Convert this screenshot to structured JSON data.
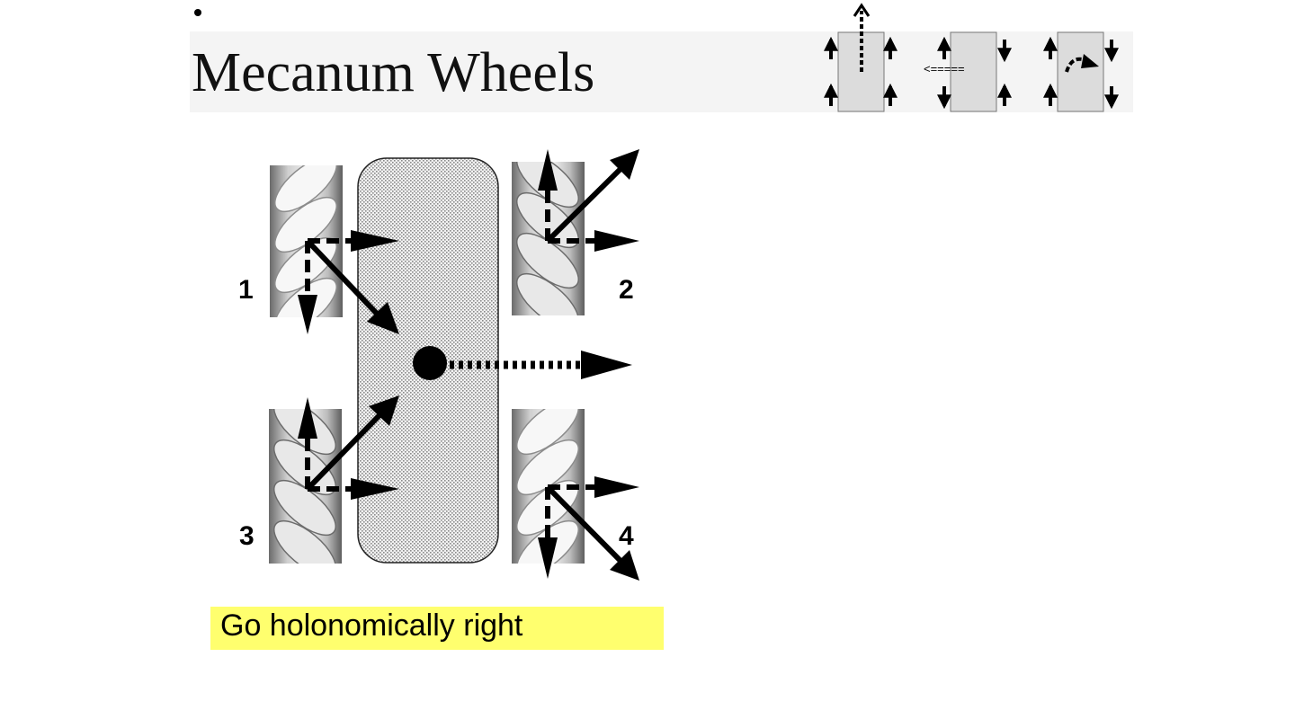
{
  "slide": {
    "title": "Mecanum Wheels",
    "caption": "Go holonomically right"
  },
  "diagram": {
    "wheel_labels": [
      "1",
      "2",
      "3",
      "4"
    ],
    "mini_icons": [
      "forward-motion",
      "sideways-motion",
      "rotation"
    ],
    "mini_strafe_text": "<====="
  },
  "colors": {
    "title_band": "#f4f4f4",
    "caption_highlight": "#ffff6e",
    "chassis_fill": "#dcdcdc",
    "arrow": "#000000"
  }
}
